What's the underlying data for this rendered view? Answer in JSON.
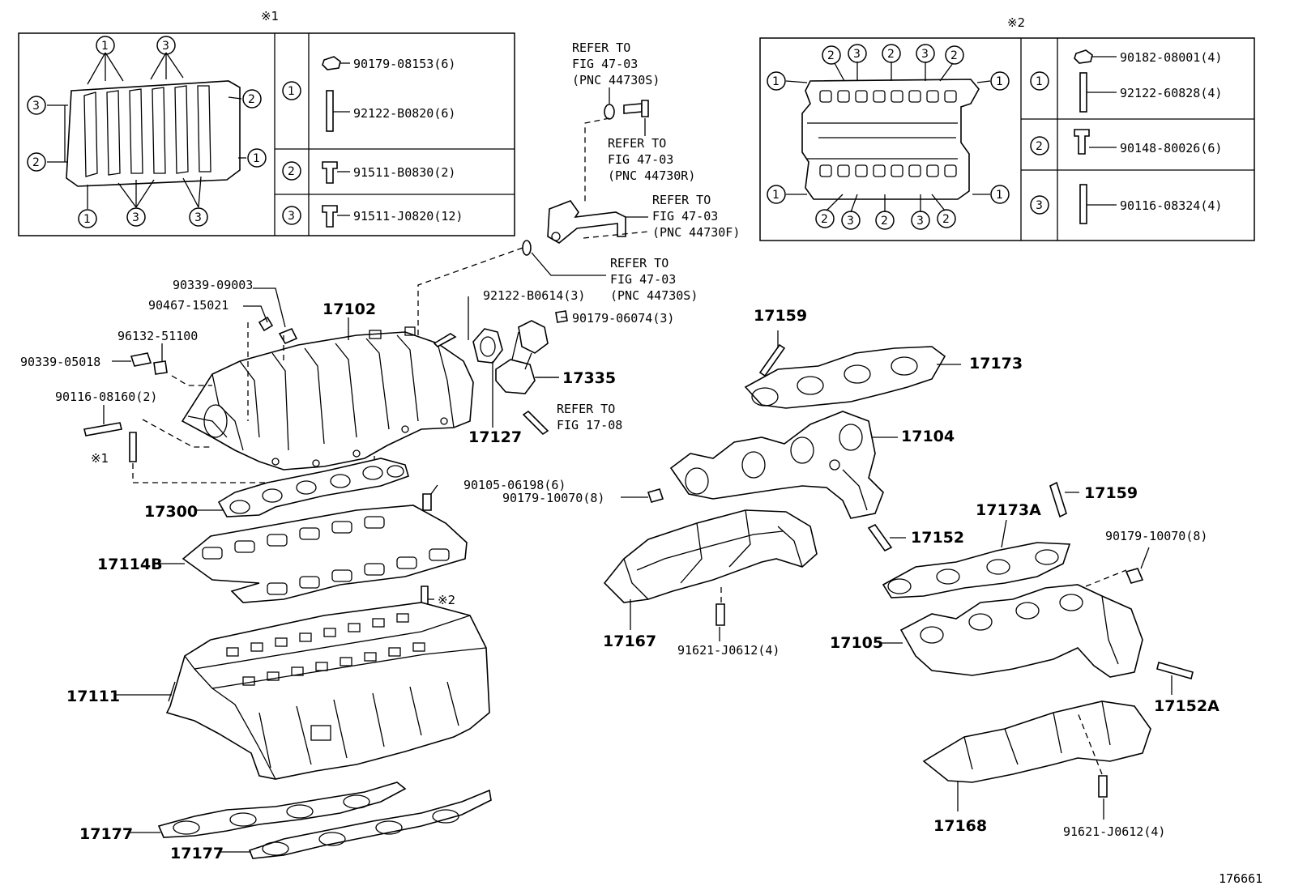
{
  "figure_id": "176661",
  "notes": {
    "n1": "※1",
    "n2": "※2"
  },
  "callouts": {
    "c1": "1",
    "c2": "2",
    "c3": "3"
  },
  "table1": [
    {
      "key": "1",
      "rows": [
        "90179-08153(6)",
        "92122-B0820(6)"
      ]
    },
    {
      "key": "2",
      "rows": [
        "91511-B0830(2)"
      ]
    },
    {
      "key": "3",
      "rows": [
        "91511-J0820(12)"
      ]
    }
  ],
  "table2": [
    {
      "key": "1",
      "rows": [
        "90182-08001(4)",
        "92122-60828(4)"
      ]
    },
    {
      "key": "2",
      "rows": [
        "90148-80026(6)"
      ]
    },
    {
      "key": "3",
      "rows": [
        "90116-08324(4)"
      ]
    }
  ],
  "refers": [
    {
      "l1": "REFER TO",
      "l2": "FIG 47-03",
      "l3": "(PNC 44730S)"
    },
    {
      "l1": "REFER TO",
      "l2": "FIG 47-03",
      "l3": "(PNC 44730R)"
    },
    {
      "l1": "REFER TO",
      "l2": "FIG 47-03",
      "l3": "(PNC 44730F)"
    },
    {
      "l1": "REFER TO",
      "l2": "FIG 47-03",
      "l3": "(PNC 44730S)"
    },
    {
      "l1": "REFER TO",
      "l2": "FIG 17-08"
    }
  ],
  "labels": {
    "p90339_09003": "90339-09003",
    "p90467_15021": "90467-15021",
    "p96132_51100": "96132-51100",
    "p90339_05018": "90339-05018",
    "p90116_08160": "90116-08160(2)",
    "p92122_B0614": "92122-B0614(3)",
    "p90179_06074": "90179-06074(3)",
    "p90105_06198": "90105-06198(6)",
    "p90179_10070a": "90179-10070(8)",
    "p90179_10070b": "90179-10070(8)",
    "p91621_a": "91621-J0612(4)",
    "p91621_b": "91621-J0612(4)"
  },
  "parts": {
    "p17102": "17102",
    "p17335": "17335",
    "p17127": "17127",
    "p17300": "17300",
    "p17114B": "17114B",
    "p17111": "17111",
    "p17177a": "17177",
    "p17177b": "17177",
    "p17159a": "17159",
    "p17173": "17173",
    "p17104": "17104",
    "p17159b": "17159",
    "p17173A": "17173A",
    "p17152": "17152",
    "p17167": "17167",
    "p17105": "17105",
    "p17152A": "17152A",
    "p17168": "17168"
  }
}
